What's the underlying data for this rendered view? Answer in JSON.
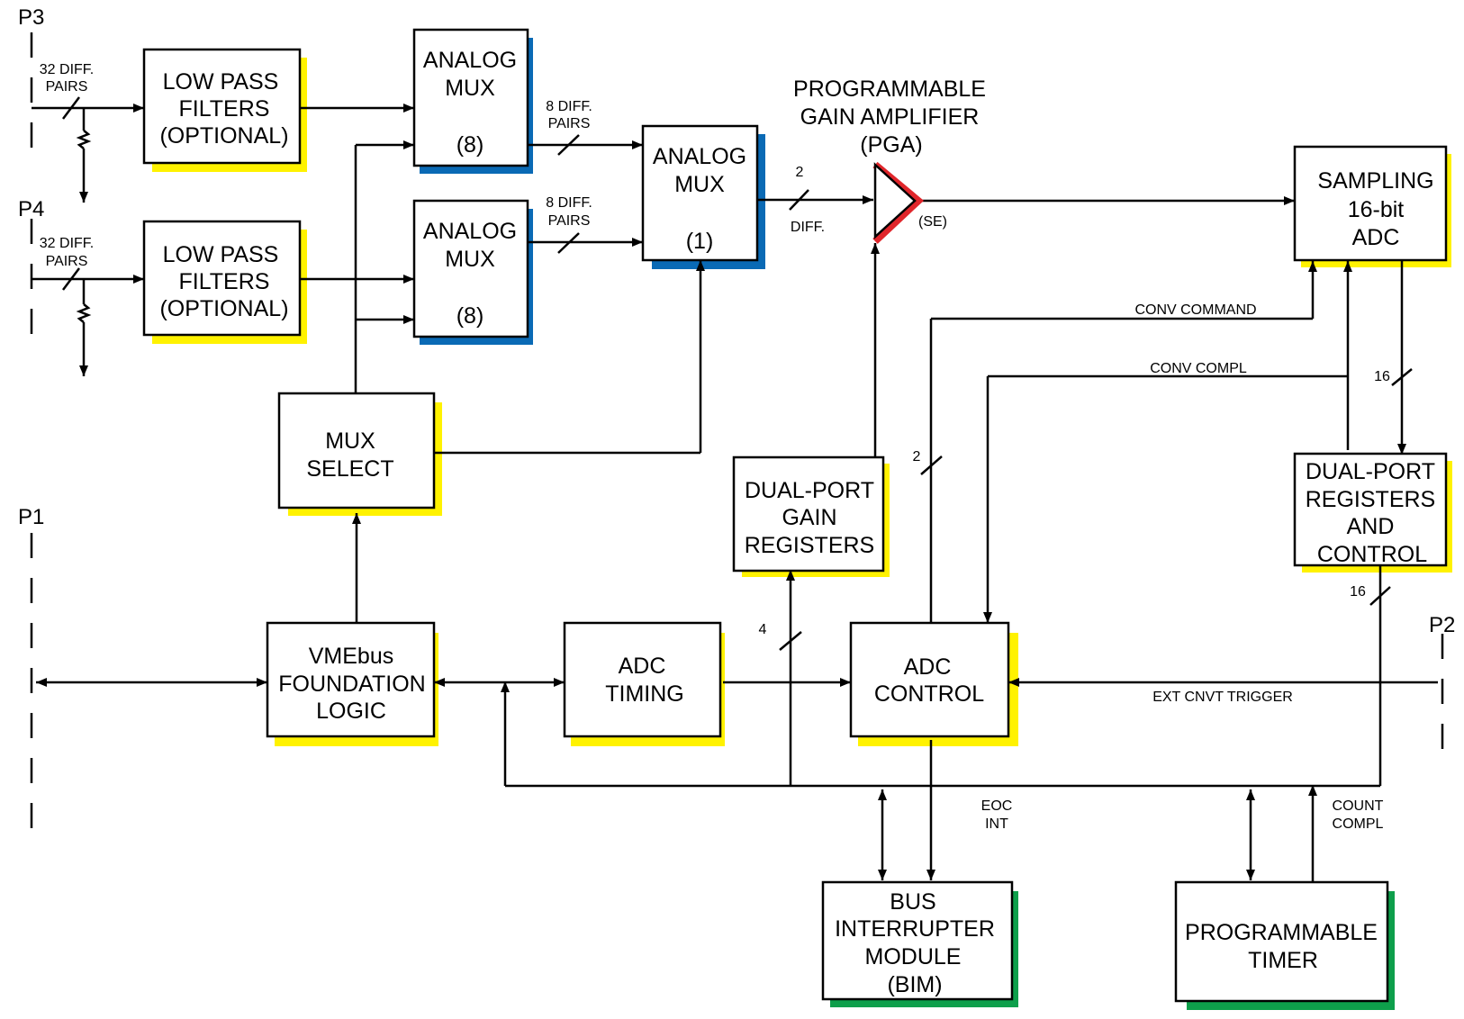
{
  "colors": {
    "yellow": "#FFF200",
    "blue": "#0A6AB5",
    "green": "#0E9F4B",
    "red": "#E0262B",
    "line": "#000000"
  },
  "ports": {
    "p3": "P3",
    "p4": "P4",
    "p1": "P1",
    "p2": "P2"
  },
  "blocks": {
    "lpf1": [
      "LOW PASS",
      "FILTERS",
      "(OPTIONAL)"
    ],
    "lpf2": [
      "LOW PASS",
      "FILTERS",
      "(OPTIONAL)"
    ],
    "mux8a": {
      "title": [
        "ANALOG",
        "MUX"
      ],
      "count": "(8)"
    },
    "mux8b": {
      "title": [
        "ANALOG",
        "MUX"
      ],
      "count": "(8)"
    },
    "mux1": {
      "title": [
        "ANALOG",
        "MUX"
      ],
      "count": "(1)"
    },
    "mux_select": [
      "MUX",
      "SELECT"
    ],
    "adc": [
      "SAMPLING",
      "16-bit",
      "ADC"
    ],
    "gain_regs": [
      "DUAL-PORT",
      "GAIN",
      "REGISTERS"
    ],
    "dp_regs": [
      "DUAL-PORT",
      "REGISTERS",
      "AND",
      "CONTROL"
    ],
    "vme": [
      "VMEbus",
      "FOUNDATION",
      "LOGIC"
    ],
    "adc_timing": [
      "ADC",
      "TIMING"
    ],
    "adc_control": [
      "ADC",
      "CONTROL"
    ],
    "bim": [
      "BUS",
      "INTERRUPTER",
      "MODULE",
      "(BIM)"
    ],
    "timer": [
      "PROGRAMMABLE",
      "TIMER"
    ]
  },
  "pga": {
    "title": [
      "PROGRAMMABLE",
      "GAIN AMPLIFIER",
      "(PGA)"
    ],
    "se": "(SE)"
  },
  "labels": {
    "diff_pairs_32": [
      "32 DIFF.",
      "PAIRS"
    ],
    "diff_pairs_8": [
      "8 DIFF.",
      "PAIRS"
    ],
    "diff_2": "2",
    "diff": "DIFF.",
    "conv_command": "CONV COMMAND",
    "conv_compl": "CONV COMPL",
    "bus_16": "16",
    "bus_2": "2",
    "bus_4": "4",
    "ext_trigger": "EXT CNVT TRIGGER",
    "eoc_int": [
      "EOC",
      "INT"
    ],
    "count_compl": [
      "COUNT",
      "COMPL"
    ]
  }
}
